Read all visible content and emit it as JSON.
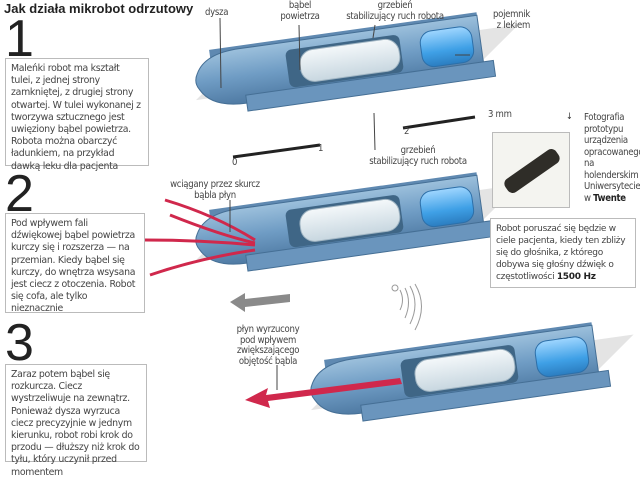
{
  "title": "Jak działa mikrobot odrzutowy",
  "steps": [
    {
      "number": "1",
      "text": "Maleńki robot ma kształt tulei, z jednej strony zamkniętej, z drugiej strony otwartej. W tulei wykonanej z tworzywa sztucznego jest uwięziony bąbel powietrza. Robota można obarczyć ładunkiem, na przykład dawką leku dla pacjenta"
    },
    {
      "number": "2",
      "text": "Pod wpływem fali dźwiękowej bąbel powietrza kurczy się i rozszerza — na przemian. Kiedy bąbel się kurczy, do wnętrza wsysana jest ciecz z otoczenia. Robot się cofa, ale tylko nieznacznie"
    },
    {
      "number": "3",
      "text": "Zaraz potem bąbel się rozkurcza. Ciecz wystrzeliwuje na zewnątrz. Ponieważ dysza wyrzuca ciecz precyzyjnie w jednym kierunku, robot robi krok do przodu — dłuższy niż krok do tyłu, który uczynił przed momentem"
    }
  ],
  "labels": {
    "nozzle": "dysza",
    "bubble_1": "bąbel",
    "bubble_2": "powietrza",
    "ridge_top_1": "grzebień",
    "ridge_top_2": "stabilizujący ruch robota",
    "container_1": "pojemnik",
    "container_2": "z lekiem",
    "ridge_bottom_1": "grzebień",
    "ridge_bottom_2": "stabilizujący ruch robota",
    "intake_1": "wciągany przez skurcz",
    "intake_2": "bąbla płyn",
    "ejected_1": "płyn wyrzucony",
    "ejected_2": "pod wpływem",
    "ejected_3": "zwiększającego",
    "ejected_4": "objętość bąbla"
  },
  "scale": {
    "t0": "0",
    "t1": "1",
    "t2": "2",
    "unit": "3 mm"
  },
  "photo": {
    "caption": "Fotografia prototypu urządzenia opracowanego na holenderskim Uniwersytecie w",
    "place": "Twente"
  },
  "speaker_note": {
    "text": "Robot poruszać się będzie w ciele pacjenta, kiedy ten zbliży się do głośnika, z którego dobywa się głośny dźwięk o częstotliwości",
    "freq": "1500 Hz"
  },
  "colors": {
    "body": "#6f9cc4",
    "bubble": "#dfe9ef",
    "container": "#3fa0e6",
    "jet": "#d0284c",
    "arrow": "#8a8a8a"
  }
}
